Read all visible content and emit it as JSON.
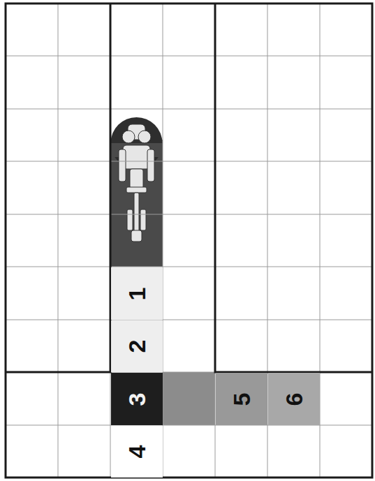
{
  "diagram": {
    "nodes": [
      {
        "text": [
          "1"
        ]
      },
      {
        "text": [
          "2"
        ]
      },
      {
        "text": [
          "3"
        ]
      },
      {
        "text": [
          "5"
        ]
      },
      {
        "text": [
          "6"
        ]
      },
      {
        "text": [
          "4"
        ]
      }
    ]
  }
}
